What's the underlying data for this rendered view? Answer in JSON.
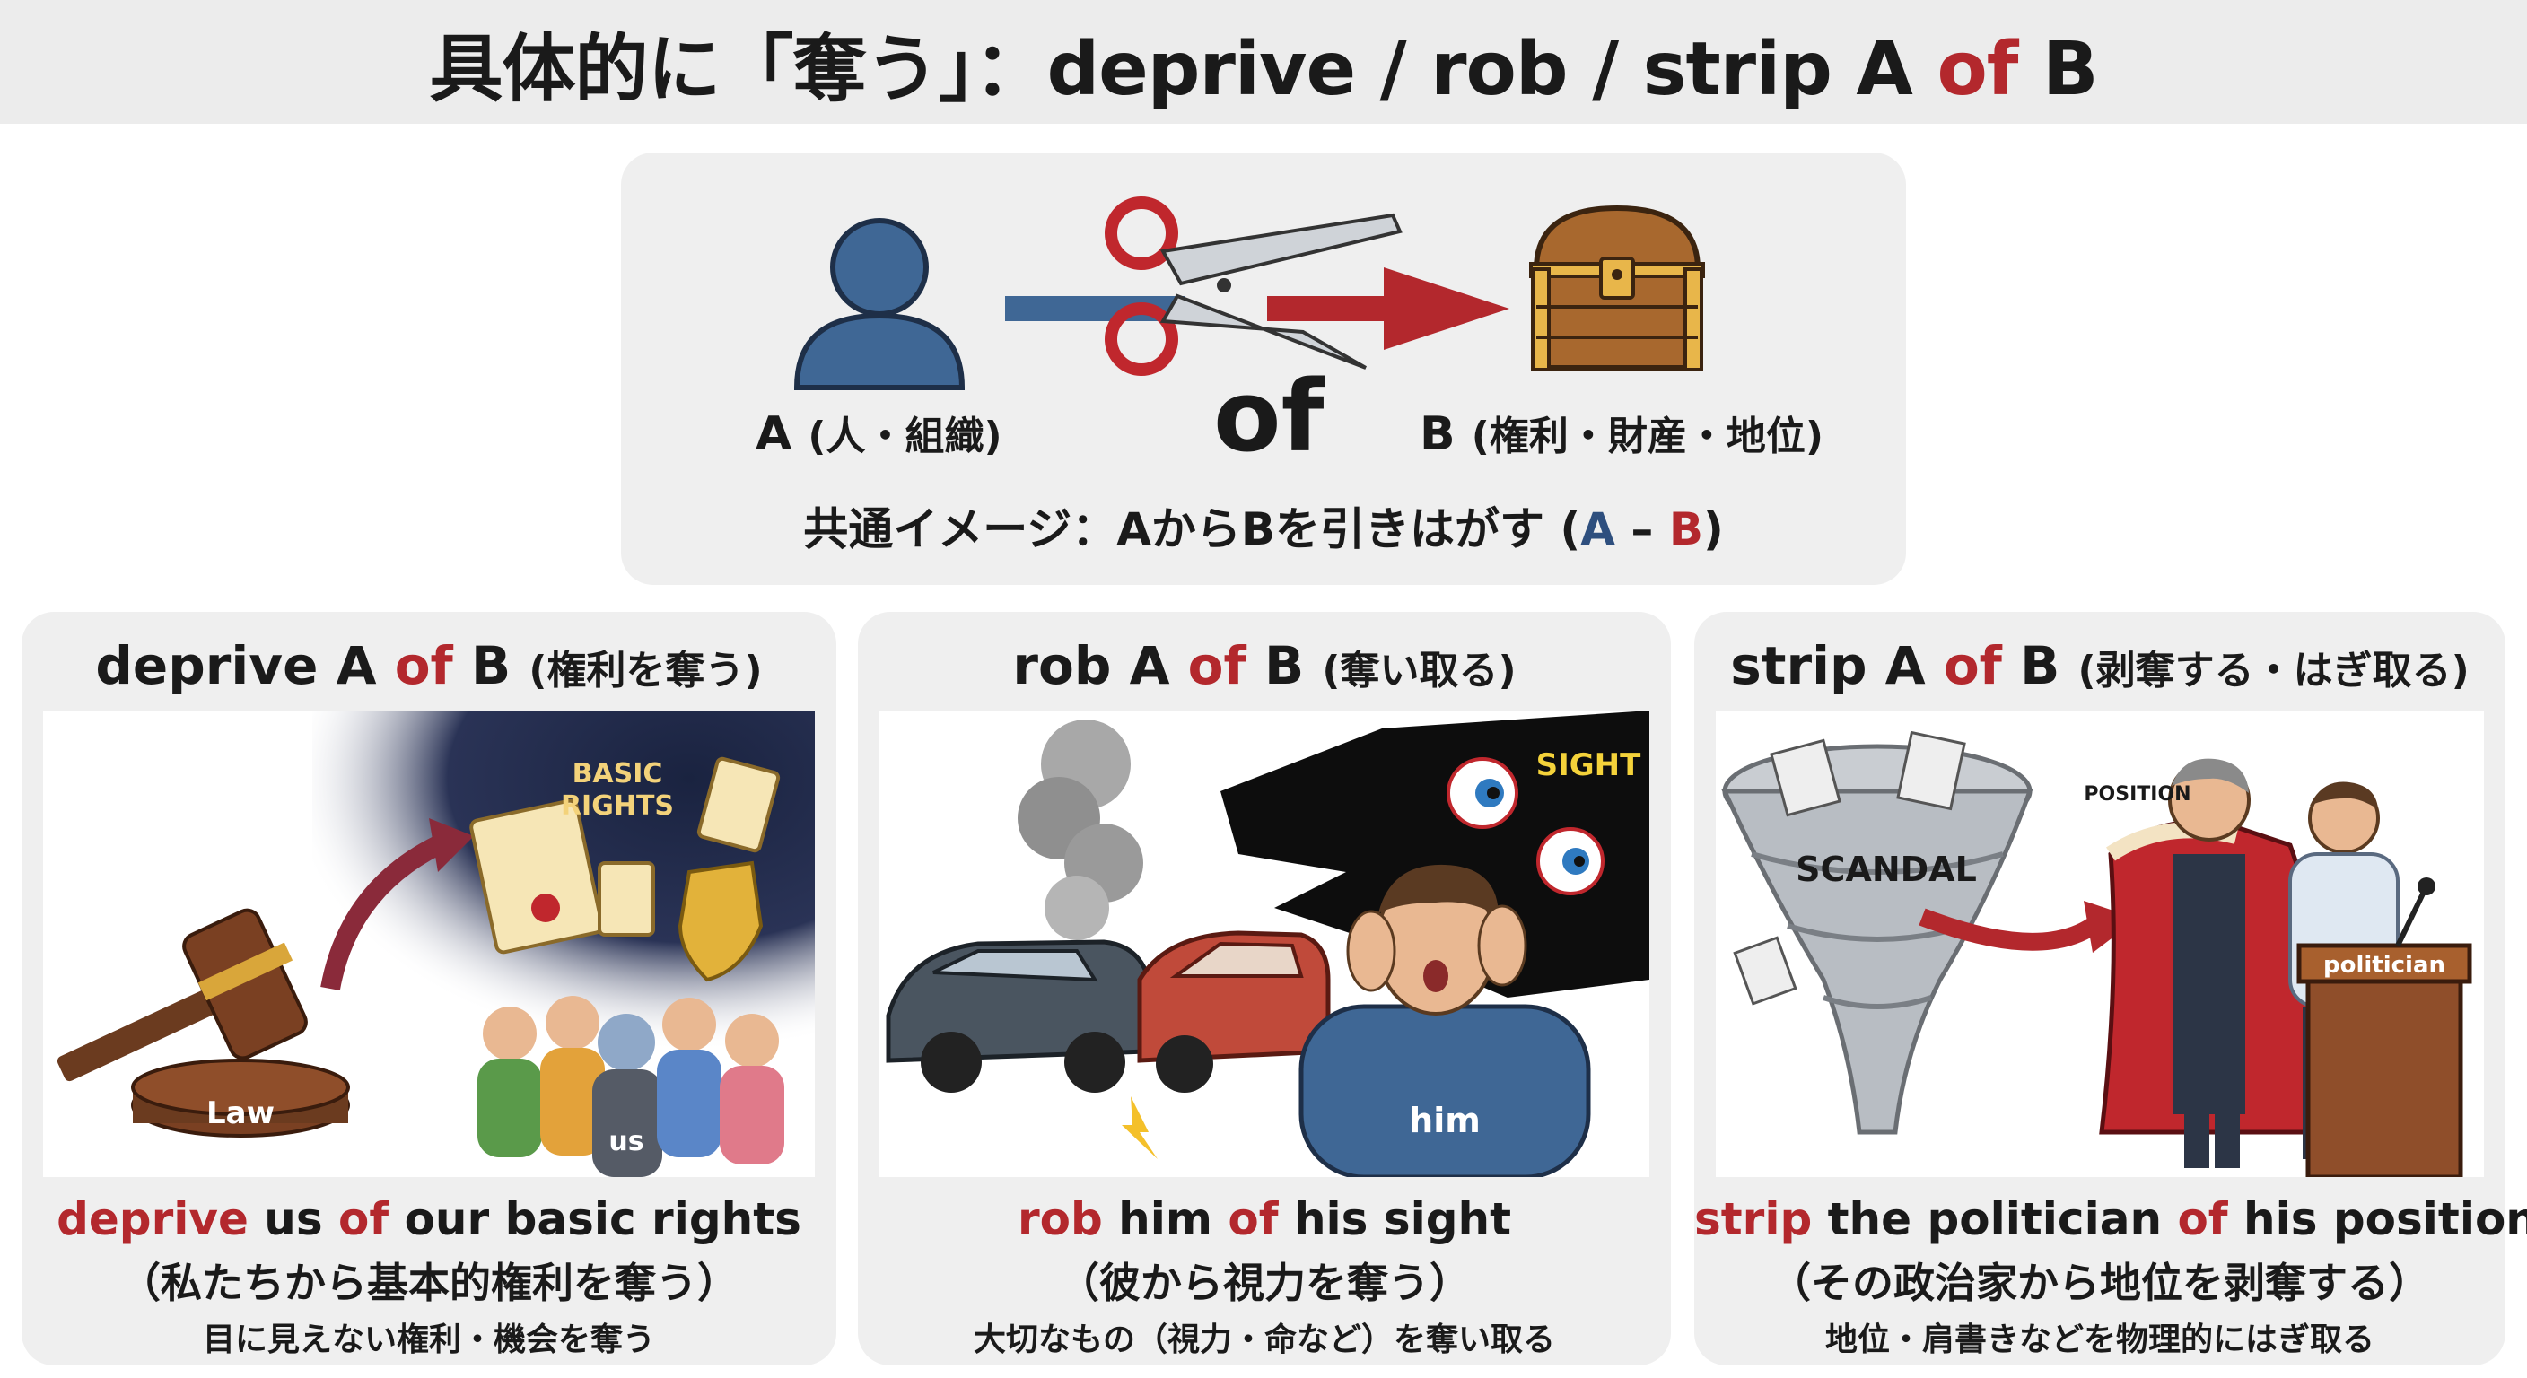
{
  "header": {
    "title_prefix": "具体的に「奪う」：deprive / rob / strip A ",
    "title_of": "of",
    "title_suffix": " B"
  },
  "core": {
    "label_a": "A",
    "label_a_note": "(人・組織)",
    "of_word": "of",
    "label_b": "B",
    "label_b_note": "(権利・財産・地位)",
    "caption_main": "共通イメージ：AからBを引きはがす (",
    "caption_a": "A",
    "caption_minus": " – ",
    "caption_b": "B",
    "caption_close": ")",
    "colors": {
      "person": "#3f6795",
      "arrow_left": "#3f6795",
      "arrow_right": "#b3282d",
      "chest": "#a8682e",
      "chest_gold": "#e8b64a"
    }
  },
  "cards": [
    {
      "title_verb": "deprive A ",
      "title_of": "of",
      "title_b": " B ",
      "title_note": "(権利を奪う)",
      "illus": {
        "basic_rights": "BASIC\nRIGHTS",
        "basic_rights_line1": "BASIC",
        "basic_rights_line2": "RIGHTS",
        "law_label": "Law",
        "us_label": "us",
        "icons": [
          "gavel-icon",
          "scroll-icon",
          "shield-icon",
          "people-icon"
        ]
      },
      "ex_verb": "deprive",
      "ex_mid1": " us ",
      "ex_of": "of",
      "ex_rest": " our basic rights",
      "ex_ja": "（私たちから基本的権利を奪う）",
      "note": "目に見えない権利・機会を奪う"
    },
    {
      "title_verb": "rob A ",
      "title_of": "of",
      "title_b": " B ",
      "title_note": "(奪い取る)",
      "illus": {
        "sight_label": "SIGHT",
        "him_label": "him",
        "icons": [
          "car-crash-icon",
          "eyeball-icon",
          "man-icon"
        ]
      },
      "ex_verb": "rob",
      "ex_mid1": " him ",
      "ex_of": "of",
      "ex_rest": " his sight",
      "ex_ja": "（彼から視力を奪う）",
      "note": "大切なもの（視力・命など）を奪い取る"
    },
    {
      "title_verb": "strip A ",
      "title_of": "of",
      "title_b": " B ",
      "title_note": "(剥奪する・はぎ取る)",
      "illus": {
        "scandal_label": "SCANDAL",
        "position_label": "POSITION",
        "politician_label": "politician",
        "icons": [
          "tornado-icon",
          "robe-icon",
          "podium-icon"
        ]
      },
      "ex_verb": "strip",
      "ex_mid1": " the politician ",
      "ex_of": "of",
      "ex_rest": " his position",
      "ex_ja": "（その政治家から地位を剥奪する）",
      "note": "地位・肩書きなどを物理的にはぎ取る"
    }
  ]
}
